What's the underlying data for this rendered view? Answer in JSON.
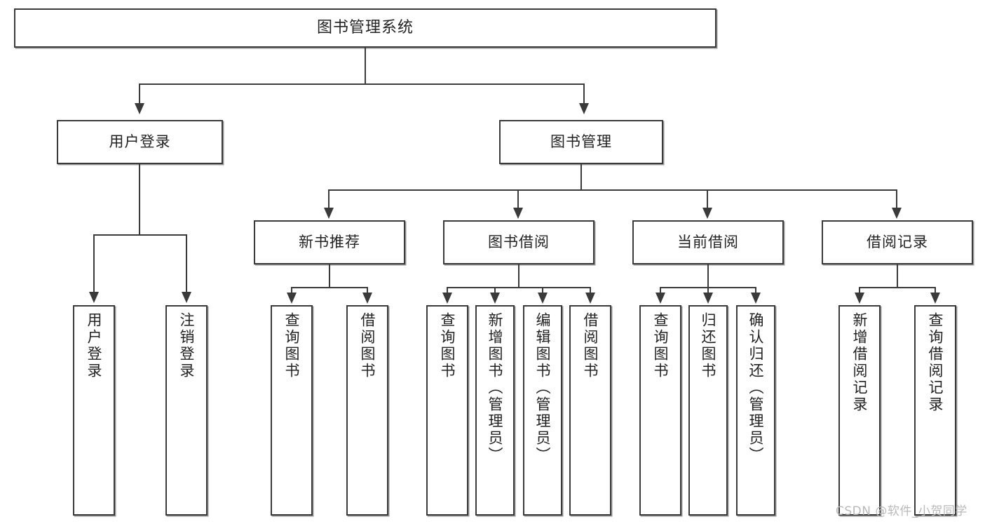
{
  "diagram": {
    "type": "tree-hierarchy-flowchart",
    "title": "图书管理系统",
    "watermark": "CSDN @软件_小贺同学",
    "accent_color": "#3a3a3a",
    "background_color": "#ffffff",
    "levels": 4,
    "nodes": {
      "root": {
        "label": "图书管理系统"
      },
      "level2": [
        {
          "id": "user-login",
          "label": "用户登录"
        },
        {
          "id": "book-manage",
          "label": "图书管理"
        }
      ],
      "level3": [
        {
          "id": "new-book-recommend",
          "label": "新书推荐",
          "parent": "book-manage"
        },
        {
          "id": "book-borrow",
          "label": "图书借阅",
          "parent": "book-manage"
        },
        {
          "id": "current-borrow",
          "label": "当前借阅",
          "parent": "book-manage"
        },
        {
          "id": "borrow-record",
          "label": "借阅记录",
          "parent": "book-manage"
        }
      ],
      "leaves": {
        "user-login": [
          {
            "id": "leaf-user-login",
            "label": "用户登录"
          },
          {
            "id": "leaf-logout-login",
            "label": "注销登录"
          }
        ],
        "new-book-recommend": [
          {
            "id": "leaf-query-book-1",
            "label": "查询图书"
          },
          {
            "id": "leaf-borrow-book-1",
            "label": "借阅图书"
          }
        ],
        "book-borrow": [
          {
            "id": "leaf-query-book-2",
            "label": "查询图书"
          },
          {
            "id": "leaf-add-book",
            "label": "新增图书（管理员）"
          },
          {
            "id": "leaf-edit-book",
            "label": "编辑图书（管理员）"
          },
          {
            "id": "leaf-borrow-book-2",
            "label": "借阅图书"
          }
        ],
        "current-borrow": [
          {
            "id": "leaf-query-book-3",
            "label": "查询图书"
          },
          {
            "id": "leaf-return-book",
            "label": "归还图书"
          },
          {
            "id": "leaf-confirm-return",
            "label": "确认归还（管理员）"
          }
        ],
        "borrow-record": [
          {
            "id": "leaf-add-record",
            "label": "新增借阅记录"
          },
          {
            "id": "leaf-query-record",
            "label": "查询借阅记录"
          }
        ]
      }
    }
  }
}
